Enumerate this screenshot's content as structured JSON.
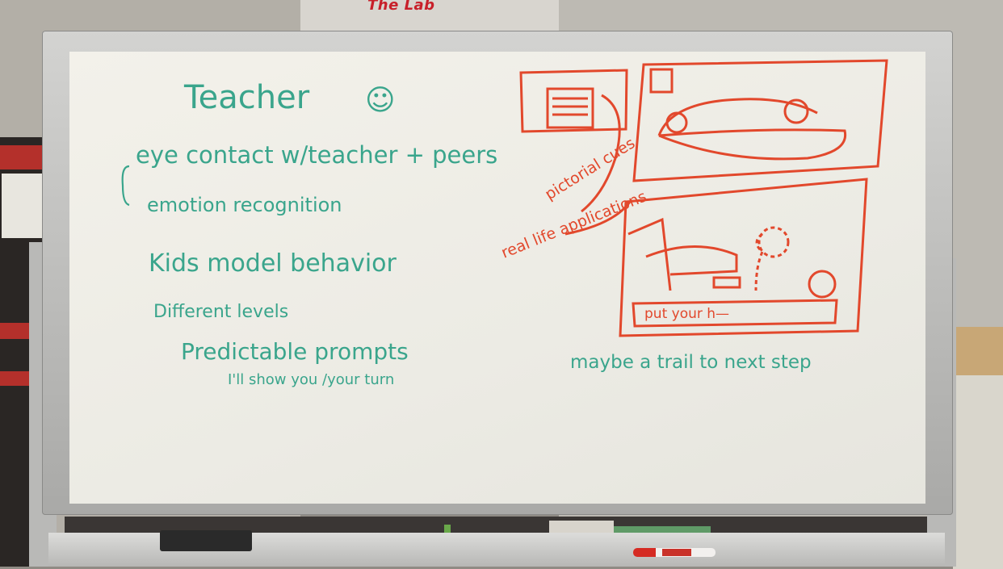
{
  "background_sign": "The Lab",
  "whiteboard": {
    "left_notes": {
      "title": "Teacher",
      "smiley": "☺",
      "bullets": [
        "eye contact   w/teacher + peers",
        "emotion  recognition",
        "Kids model  behavior",
        "Different levels",
        "Predictable prompts",
        "I'll show you /your turn"
      ]
    },
    "sketch_annotations": {
      "pictorial_cues": "pictorial cues",
      "real_life_applications": "real life applications",
      "caption_bar": "put your h—",
      "footer_note": "maybe a trail to next step"
    },
    "colors": {
      "teal_marker": "#3aa58c",
      "red_marker": "#e2482c",
      "board": "#f0eee8"
    }
  },
  "objects": {
    "eraser": "eraser-icon",
    "marker": "marker-icon"
  }
}
